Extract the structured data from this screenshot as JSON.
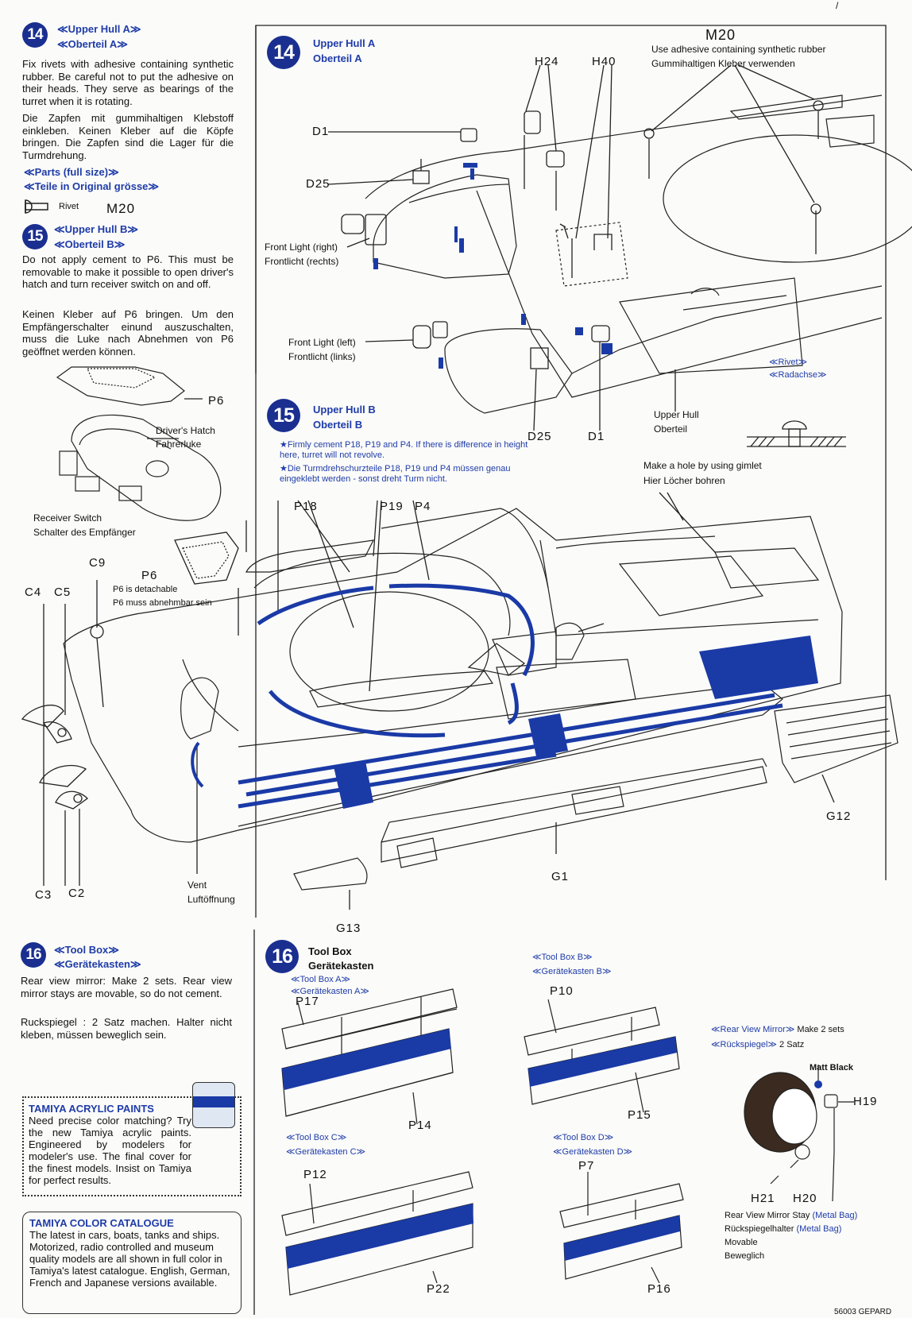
{
  "corner": {
    "mark": "/"
  },
  "step14": {
    "num": "14",
    "title_en": "≪Upper Hull A≫",
    "title_de": "≪Oberteil A≫",
    "text_en": "Fix rivets with adhesive containing synthetic rubber. Be careful not to put the adhesive on their heads. They serve as bearings of the turret when it is rotating.",
    "text_de": "Die Zapfen mit gummihaltigen Klebstoff einkleben. Keinen Kleber auf die Köpfe bringen. Die Zapfen sind die Lager für die Turmdrehung.",
    "parts_en": "≪Parts (full size)≫",
    "parts_de": "≪Teile in Original grösse≫",
    "rivet_label": "Rivet",
    "rivet_part": "M20"
  },
  "step15": {
    "num": "15",
    "title_en": "≪Upper Hull B≫",
    "title_de": "≪Oberteil B≫",
    "text_en": "Do not apply cement to P6. This must be removable to make it possible to open driver's hatch and turn receiver switch on and off.",
    "text_de": "Keinen Kleber auf P6 bringen. Um den Empfängerschalter einund auszuschalten, muss die Luke nach Abnehmen von P6 geöffnet werden können."
  },
  "step16": {
    "num": "16",
    "title_en": "≪Tool Box≫",
    "title_de": "≪Gerätekasten≫",
    "text_en": "Rear view mirror: Make 2 sets. Rear view mirror stays are movable, so do not cement.",
    "text_de": "Ruckspiegel : 2 Satz machen. Halter nicht kleben, müssen beweglich sein."
  },
  "left_diagram": {
    "p6": "P6",
    "drivers_hatch": "Driver's Hatch",
    "fahrerluke": "Fahrerluke",
    "receiver_switch": "Receiver Switch",
    "schalter": "Schalter des Empfänger"
  },
  "paints_box": {
    "title": "TAMIYA ACRYLIC PAINTS",
    "body": "Need precise color matching? Try the new Tamiya acrylic paints. Engineered by modelers for modeler's use. The final cover for the finest models. Insist on Tamiya for perfect results."
  },
  "catalogue_box": {
    "title": "TAMIYA COLOR CATALOGUE",
    "body": "The latest in cars, boats, tanks and ships. Motorized, radio controlled and museum quality models are all shown in full color in Tamiya's latest catalogue. English, German, French and Japanese versions available."
  },
  "panel14": {
    "num": "14",
    "title_en": "Upper Hull A",
    "title_de": "Oberteil A",
    "m20": "M20",
    "m20_en": "Use adhesive containing synthetic rubber",
    "m20_de": "Gummihaltigen Kleber verwenden",
    "h24": "H24",
    "h40": "H40",
    "d1": "D1",
    "d25": "D25",
    "front_light_right_en": "Front Light (right)",
    "front_light_right_de": "Frontlicht (rechts)",
    "front_light_left_en": "Front Light (left)",
    "front_light_left_de": "Frontlicht (links)",
    "d25_b": "D25",
    "d1_b": "D1",
    "upper_hull_en": "Upper Hull",
    "upper_hull_de": "Oberteil",
    "rivet_en": "≪Rivet≫",
    "rivet_de": "≪Radachse≫"
  },
  "panel15": {
    "num": "15",
    "title_en": "Upper Hull B",
    "title_de": "Oberteil B",
    "note_en": "★Firmly cement P18, P19 and P4. If there is difference in height here, turret will not revolve.",
    "note_de": "★Die Turmdrehschurzteile P18, P19 und P4 müssen genau eingeklebt werden - sonst dreht Turm nicht.",
    "gimlet_en": "Make a hole by using gimlet",
    "gimlet_de": "Hier Löcher bohren",
    "p18": "P18",
    "p19": "P19",
    "p4": "P4",
    "c9": "C9",
    "p6": "P6",
    "p6_en": "P6 is detachable",
    "p6_de": "P6 muss abnehmbar sein",
    "c4": "C4",
    "c5": "C5",
    "c3": "C3",
    "c2": "C2",
    "vent_en": "Vent",
    "vent_de": "Luftöffnung",
    "g1": "G1",
    "g12": "G12",
    "g13": "G13"
  },
  "panel16": {
    "num": "16",
    "title_en": "Tool Box",
    "title_de": "Gerätekasten",
    "box_a_en": "≪Tool Box A≫",
    "box_a_de": "≪Gerätekasten A≫",
    "p17": "P17",
    "p14": "P14",
    "box_b_en": "≪Tool Box B≫",
    "box_b_de": "≪Gerätekasten B≫",
    "p10": "P10",
    "p15": "P15",
    "box_c_en": "≪Tool Box C≫",
    "box_c_de": "≪Gerätekasten C≫",
    "p12": "P12",
    "p22": "P22",
    "box_d_en": "≪Tool Box D≫",
    "box_d_de": "≪Gerätekasten D≫",
    "p7": "P7",
    "p16": "P16",
    "mirror_en": "≪Rear View Mirror≫",
    "mirror_make": "Make 2 sets",
    "mirror_de": "≪Rückspiegel≫",
    "mirror_satz": "2 Satz",
    "matt_black": "Matt Black",
    "h19": "H19",
    "h21": "H21",
    "h20": "H20",
    "stay_en": "Rear View Mirror Stay",
    "stay_en_bag": "(Metal Bag)",
    "stay_de": "Rückspiegelhalter",
    "stay_de_bag": "(Metal Bag)",
    "movable": "Movable",
    "beweglich": "Beweglich"
  },
  "footer": {
    "code": "56003  GEPARD"
  },
  "colors": {
    "accent": "#1f3ca8",
    "fill": "#1a3aa6",
    "badge": "#1a2f8f"
  }
}
